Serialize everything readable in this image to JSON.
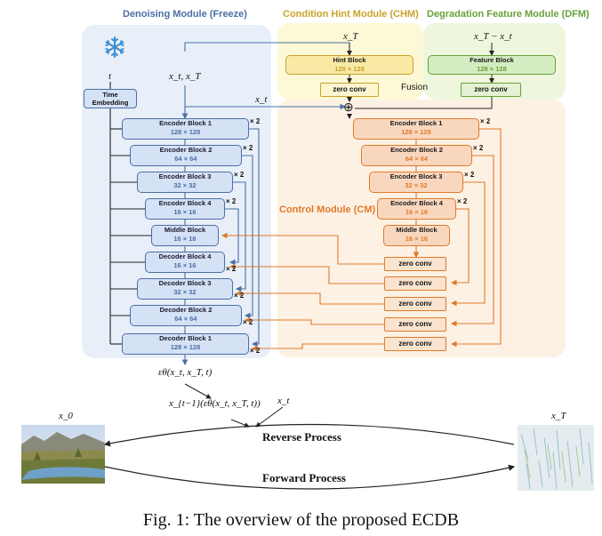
{
  "modules": {
    "denoising": "Denoising Module (Freeze)",
    "chm": "Condition Hint Module (CHM)",
    "dfm": "Degradation Feature Module (DFM)",
    "cm": "Control Module (CM)"
  },
  "time_embedding": "Time Embedding",
  "t_label": "t",
  "xt_xT_label": "x_t, x_T",
  "xt_label": "x_t",
  "xT_top_label": "x_T",
  "xT_minus_xt_label": "x_T − x_t",
  "fusion": "Fusion",
  "fusion_symbol": "⊕",
  "hint_block": {
    "name": "Hint Block",
    "size": "128 × 128"
  },
  "feature_block": {
    "name": "Feature Block",
    "size": "128 × 128"
  },
  "zero_conv": "zero conv",
  "multiplier": "× 2",
  "denoise_blocks": [
    {
      "name": "Encoder Block 1",
      "size": "128 × 128"
    },
    {
      "name": "Encoder Block 2",
      "size": "64 × 64"
    },
    {
      "name": "Encoder Block 3",
      "size": "32 × 32"
    },
    {
      "name": "Encoder Block 4",
      "size": "16 × 16"
    },
    {
      "name": "Middle Block",
      "size": "16 × 16"
    },
    {
      "name": "Decoder Block 4",
      "size": "16 × 16"
    },
    {
      "name": "Decoder Block 3",
      "size": "32 × 32"
    },
    {
      "name": "Decoder Block 2",
      "size": "64 × 64"
    },
    {
      "name": "Decoder Block 1",
      "size": "128 × 128"
    }
  ],
  "control_blocks": [
    {
      "name": "Encoder Block 1",
      "size": "128 × 128"
    },
    {
      "name": "Encoder Block 2",
      "size": "64 × 64"
    },
    {
      "name": "Encoder Block 3",
      "size": "32 × 32"
    },
    {
      "name": "Encoder Block 4",
      "size": "16 × 16"
    },
    {
      "name": "Middle Block",
      "size": "16 × 16"
    }
  ],
  "epsilon_label": "εθ(x_t, x_T, t)",
  "x_prev_label": "x_{t−1}(εθ(x_t, x_T, t))",
  "x_t_bottom": "x_t",
  "x0_label": "x_0",
  "xT_label": "x_T",
  "reverse": "Reverse Process",
  "forward": "Forward Process",
  "caption": "Fig. 1: The overview of the proposed ECDB",
  "colors": {
    "denoise_accent": "#4a6fa5",
    "chm_accent": "#c9a32a",
    "dfm_accent": "#6aa03a",
    "cm_accent": "#e07a2a"
  }
}
